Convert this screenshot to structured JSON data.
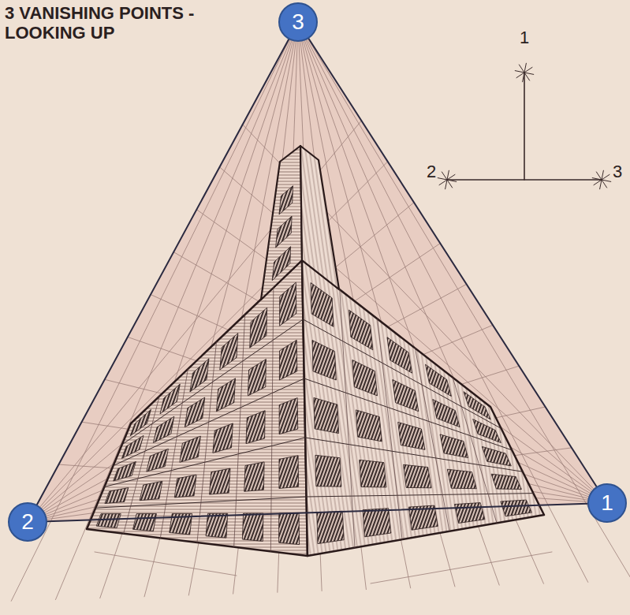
{
  "diagram": {
    "title": "3 VANISHING POINTS - LOOKING UP",
    "nodes": [
      {
        "text": [
          "3"
        ]
      },
      {
        "text": [
          "2"
        ]
      },
      {
        "text": [
          "1"
        ]
      }
    ],
    "edges": [
      {
        "from": 0,
        "to": 1,
        "arrow": "none"
      },
      {
        "from": 0,
        "to": 2,
        "arrow": "none"
      },
      {
        "from": 1,
        "to": 2,
        "arrow": "none"
      }
    ],
    "labels": [
      "1",
      "2",
      "3"
    ]
  }
}
